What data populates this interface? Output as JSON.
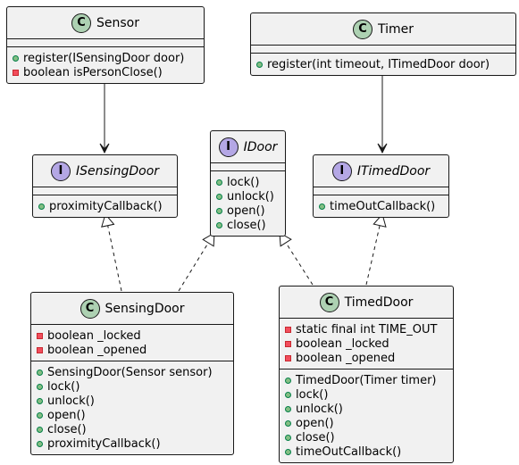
{
  "diagram": {
    "nodes": [
      {
        "id": "sensor",
        "kind": "class",
        "name": "Sensor",
        "fields": [],
        "methods": [
          {
            "vis": "public",
            "text": "register(ISensingDoor door)"
          },
          {
            "vis": "private",
            "text": "boolean isPersonClose()"
          }
        ]
      },
      {
        "id": "timer",
        "kind": "class",
        "name": "Timer",
        "fields": [],
        "methods": [
          {
            "vis": "public",
            "text": "register(int timeout, ITimedDoor door)"
          }
        ]
      },
      {
        "id": "isensingdoor",
        "kind": "interface",
        "name": "ISensingDoor",
        "fields": [],
        "methods": [
          {
            "vis": "public",
            "text": "proximityCallback()"
          }
        ]
      },
      {
        "id": "idoor",
        "kind": "interface",
        "name": "IDoor",
        "fields": [],
        "methods": [
          {
            "vis": "public",
            "text": "lock()"
          },
          {
            "vis": "public",
            "text": "unlock()"
          },
          {
            "vis": "public",
            "text": "open()"
          },
          {
            "vis": "public",
            "text": "close()"
          }
        ]
      },
      {
        "id": "itimeddoor",
        "kind": "interface",
        "name": "ITimedDoor",
        "fields": [],
        "methods": [
          {
            "vis": "public",
            "text": "timeOutCallback()"
          }
        ]
      },
      {
        "id": "sensingdoor",
        "kind": "class",
        "name": "SensingDoor",
        "fields": [
          {
            "vis": "private",
            "text": "boolean _locked"
          },
          {
            "vis": "private",
            "text": "boolean _opened"
          }
        ],
        "methods": [
          {
            "vis": "public",
            "text": "SensingDoor(Sensor sensor)"
          },
          {
            "vis": "public",
            "text": "lock()"
          },
          {
            "vis": "public",
            "text": "unlock()"
          },
          {
            "vis": "public",
            "text": "open()"
          },
          {
            "vis": "public",
            "text": "close()"
          },
          {
            "vis": "public",
            "text": "proximityCallback()"
          }
        ]
      },
      {
        "id": "timeddoor",
        "kind": "class",
        "name": "TimedDoor",
        "fields": [
          {
            "vis": "private",
            "text": "static final int TIME_OUT"
          },
          {
            "vis": "private",
            "text": "boolean _locked"
          },
          {
            "vis": "private",
            "text": "boolean _opened"
          }
        ],
        "methods": [
          {
            "vis": "public",
            "text": "TimedDoor(Timer timer)"
          },
          {
            "vis": "public",
            "text": "lock()"
          },
          {
            "vis": "public",
            "text": "unlock()"
          },
          {
            "vis": "public",
            "text": "open()"
          },
          {
            "vis": "public",
            "text": "close()"
          },
          {
            "vis": "public",
            "text": "timeOutCallback()"
          }
        ]
      }
    ],
    "edges": [
      {
        "from": "sensor",
        "to": "isensingdoor",
        "type": "association"
      },
      {
        "from": "timer",
        "to": "itimeddoor",
        "type": "association"
      },
      {
        "from": "sensingdoor",
        "to": "isensingdoor",
        "type": "realization"
      },
      {
        "from": "sensingdoor",
        "to": "idoor",
        "type": "realization"
      },
      {
        "from": "timeddoor",
        "to": "idoor",
        "type": "realization"
      },
      {
        "from": "timeddoor",
        "to": "itimeddoor",
        "type": "realization"
      }
    ]
  }
}
